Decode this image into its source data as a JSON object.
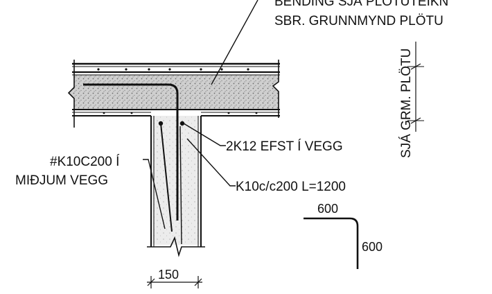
{
  "labels": {
    "top_line1": "BENDING SJÁ PLÖTUTEIKN",
    "top_line2": "SBR. GRUNNMYND PLÖTU",
    "vertical_note": "SJÁ GRM. PLÖTU",
    "rebar_top": "2K12 EFST Í VEGG",
    "rebar_mid_line1": "#K10C200 Í",
    "rebar_mid_line2": "MIÐJUM VEGG",
    "rebar_bent": "K10c/c200 L=1200"
  },
  "dimensions": {
    "wall_thickness": "150",
    "hook_horizontal": "600",
    "hook_vertical": "600"
  }
}
